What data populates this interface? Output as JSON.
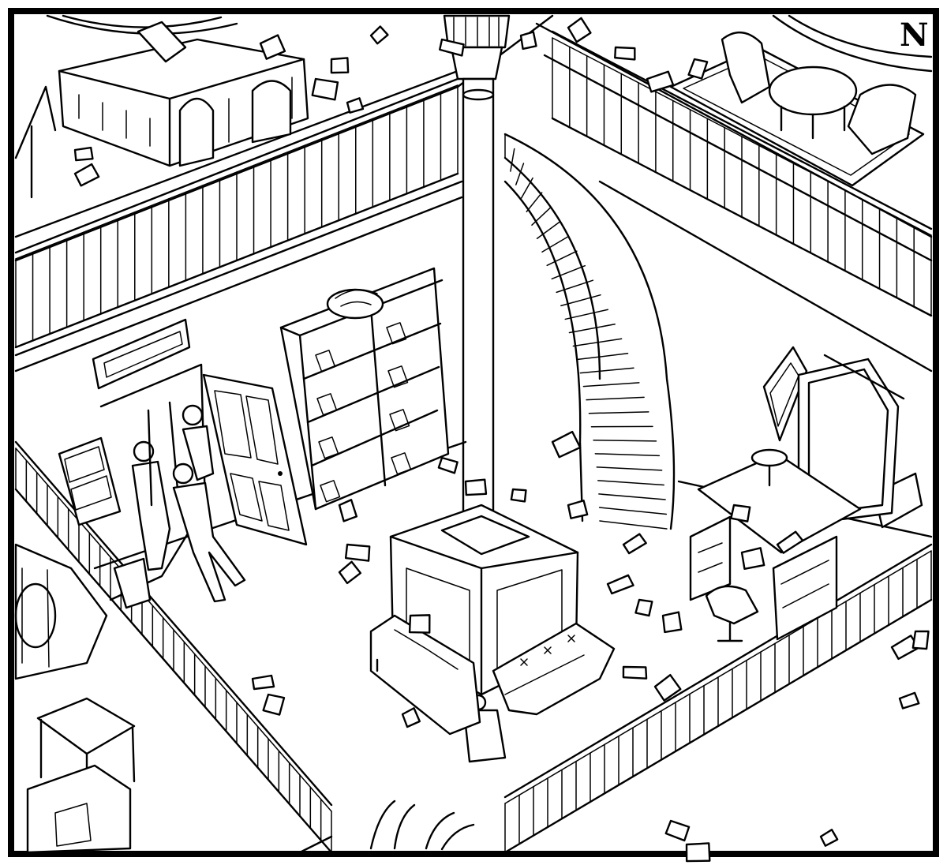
{
  "scene": {
    "kind": "isometric line-art interior",
    "palette": {
      "ink": "#000000",
      "paper": "#ffffff"
    },
    "clock_letter": "N"
  },
  "counts": {
    "people": 3,
    "bookshelf_cells": 8,
    "paper_scraps": 40
  }
}
